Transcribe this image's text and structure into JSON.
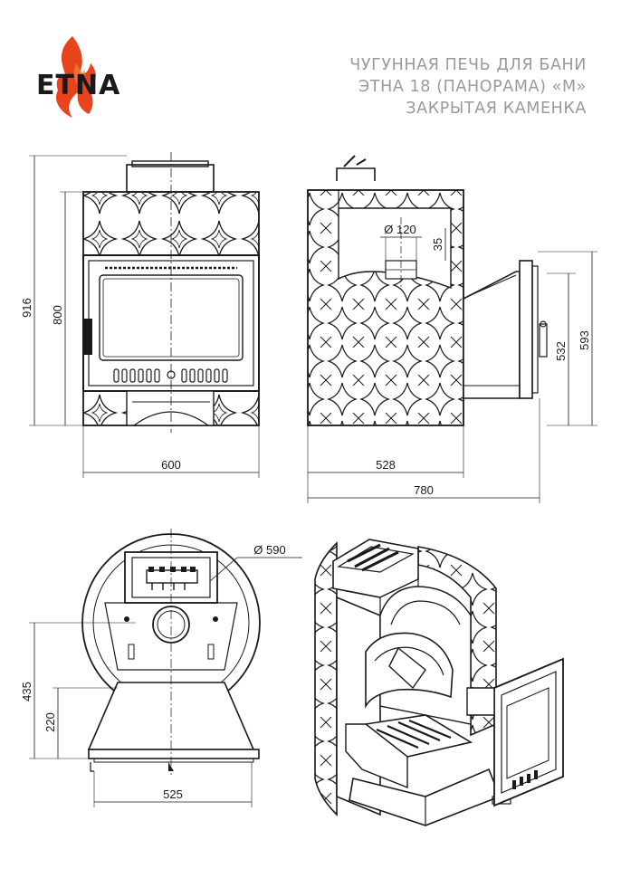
{
  "brand": {
    "logo_text": "ETNA",
    "flame_color": "#e8431c",
    "text_color": "#1a1a1a"
  },
  "title": {
    "line1": "ЧУГУННАЯ ПЕЧЬ ДЛЯ БАНИ",
    "line2": "ЭТНА 18 (ПАНОРАМА) «М»",
    "line3": "ЗАКРЫТАЯ КАМЕНКА"
  },
  "dimensions": {
    "front_height_total": "916",
    "front_height_body": "800",
    "front_width": "600",
    "side_pipe_diameter": "Ø 120",
    "side_pipe_offset": "35",
    "side_door_height": "532",
    "side_frame_height": "593",
    "side_body_depth": "528",
    "side_total_depth": "780",
    "top_diameter": "Ø 590",
    "top_depth_total": "435",
    "top_depth_front": "220",
    "top_width": "525"
  },
  "colors": {
    "line": "#1a1a1a",
    "title_gray": "#9a9a9a"
  }
}
